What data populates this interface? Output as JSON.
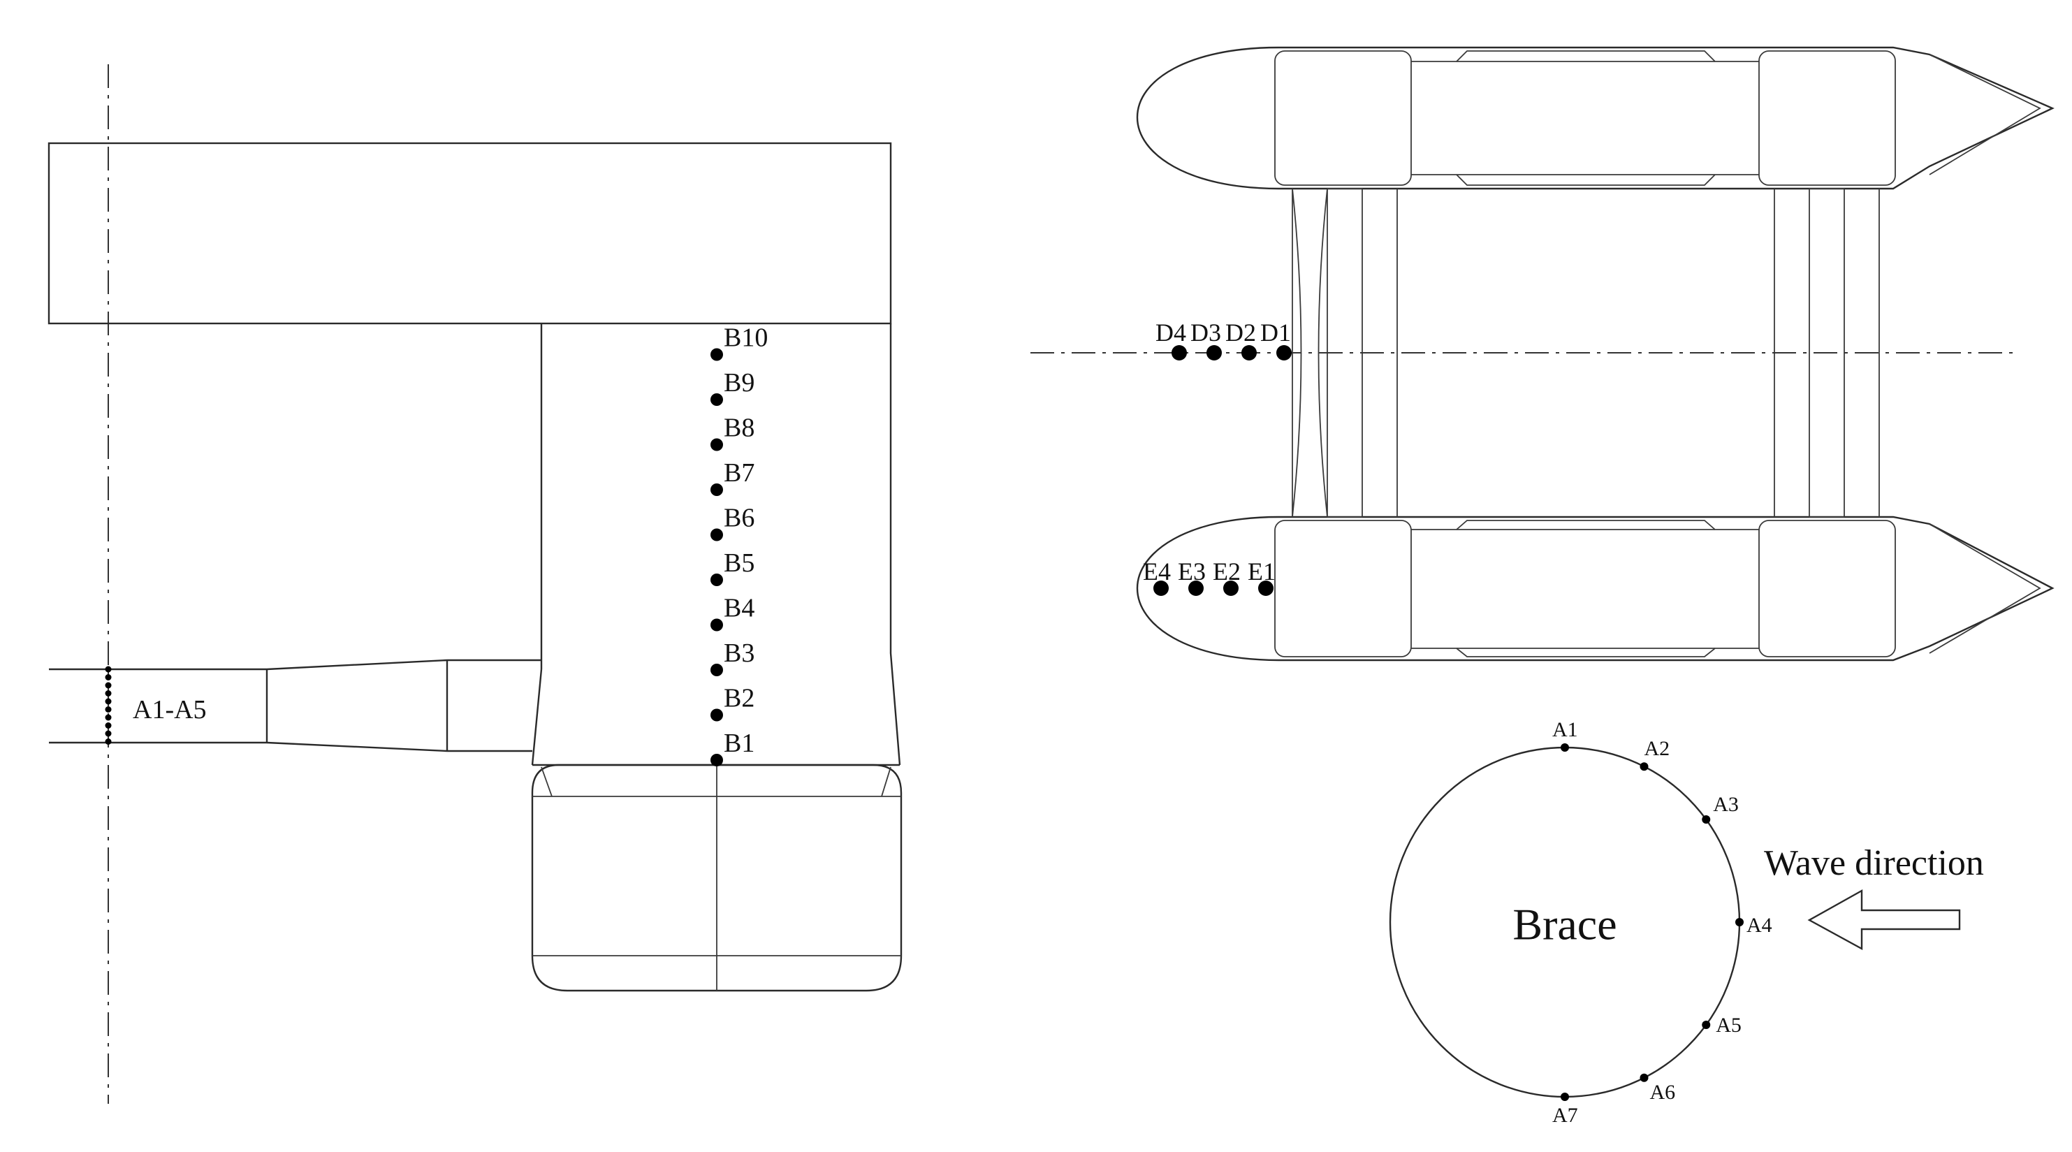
{
  "points": {
    "a_range": "A1-A5",
    "b": [
      "B1",
      "B2",
      "B3",
      "B4",
      "B5",
      "B6",
      "B7",
      "B8",
      "B9",
      "B10"
    ],
    "d": [
      "D4",
      "D3",
      "D2",
      "D1"
    ],
    "e": [
      "E4",
      "E3",
      "E2",
      "E1"
    ],
    "brace_points": [
      "A1",
      "A2",
      "A3",
      "A4",
      "A5",
      "A6",
      "A7"
    ]
  },
  "brace": {
    "title": "Brace"
  },
  "wave": {
    "label": "Wave direction"
  },
  "colors": {
    "line": "#2a2a2a",
    "marker": "#000000",
    "background": "#ffffff"
  }
}
